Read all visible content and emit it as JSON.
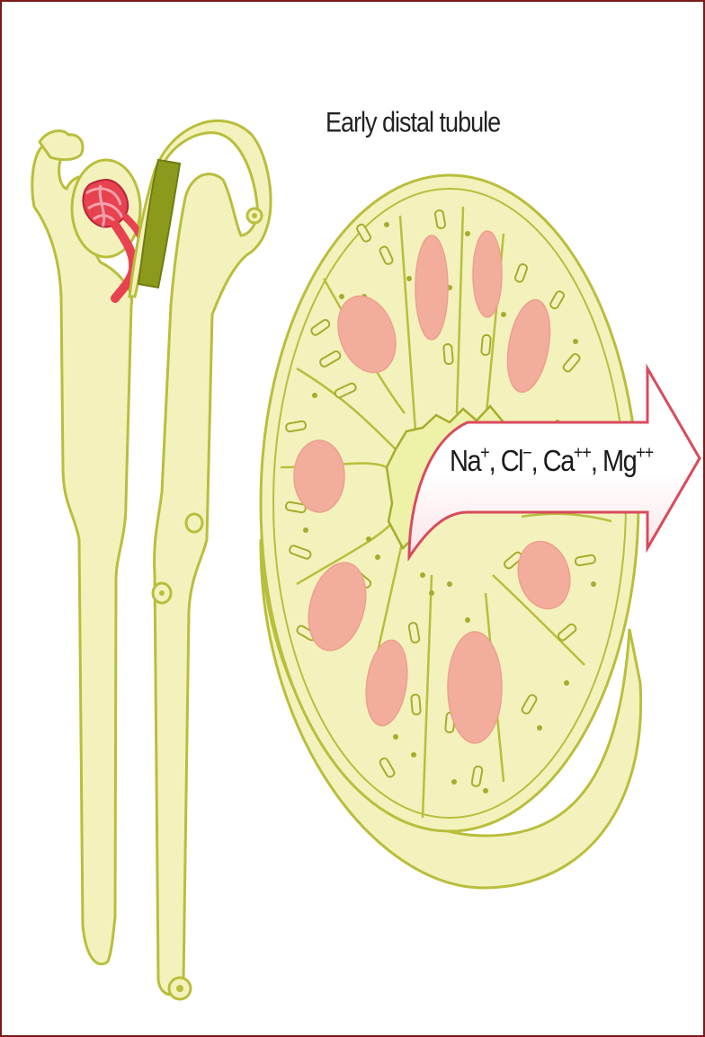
{
  "diagram": {
    "title": "Early distal tubule",
    "ions": [
      {
        "symbol": "Na",
        "charge": "+"
      },
      {
        "symbol": "Cl",
        "charge": "−"
      },
      {
        "symbol": "Ca",
        "charge": "++"
      },
      {
        "symbol": "Mg",
        "charge": "++"
      }
    ],
    "colors": {
      "tubule_fill": "#f3f2bd",
      "tubule_outline": "#b9be3c",
      "distal_segment": "#8c9a1c",
      "glomerulus": "#e8414f",
      "nucleus": "#f3ad9c",
      "arrow_outline": "#d94a5c",
      "frame": "#7a1a1a"
    }
  }
}
